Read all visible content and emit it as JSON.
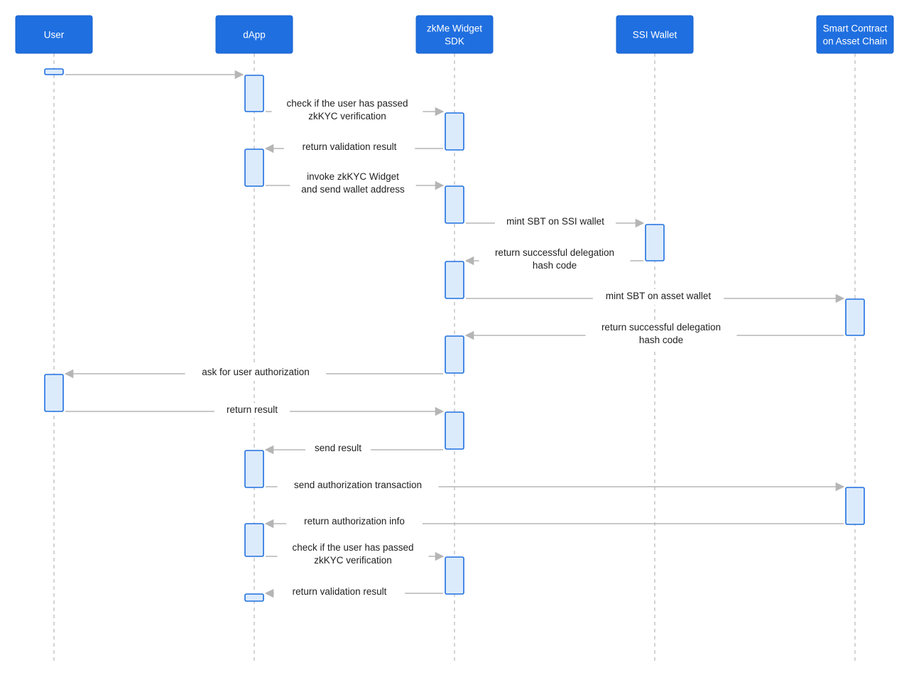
{
  "participants": [
    {
      "id": "user",
      "lines": [
        "User"
      ]
    },
    {
      "id": "dapp",
      "lines": [
        "dApp"
      ]
    },
    {
      "id": "sdk",
      "lines": [
        "zkMe Widget",
        "SDK"
      ]
    },
    {
      "id": "ssi",
      "lines": [
        "SSI Wallet"
      ]
    },
    {
      "id": "contract",
      "lines": [
        "Smart Contract",
        "on Asset Chain"
      ]
    }
  ],
  "messages": [
    {
      "from": "user",
      "to": "dapp",
      "lines": []
    },
    {
      "from": "dapp",
      "to": "sdk",
      "lines": [
        "check if the user has passed",
        "zkKYC verification"
      ]
    },
    {
      "from": "sdk",
      "to": "dapp",
      "lines": [
        "return validation result"
      ]
    },
    {
      "from": "dapp",
      "to": "sdk",
      "lines": [
        "invoke zkKYC Widget",
        "and send wallet address"
      ]
    },
    {
      "from": "sdk",
      "to": "ssi",
      "lines": [
        "mint SBT on SSI wallet"
      ]
    },
    {
      "from": "ssi",
      "to": "sdk",
      "lines": [
        "return successful delegation",
        "hash code"
      ]
    },
    {
      "from": "sdk",
      "to": "contract",
      "lines": [
        "mint SBT on asset wallet"
      ]
    },
    {
      "from": "contract",
      "to": "sdk",
      "lines": [
        "return successful delegation",
        "hash code"
      ]
    },
    {
      "from": "sdk",
      "to": "user",
      "lines": [
        "ask for user authorization"
      ]
    },
    {
      "from": "user",
      "to": "sdk",
      "lines": [
        "return result"
      ]
    },
    {
      "from": "sdk",
      "to": "dapp",
      "lines": [
        "send result"
      ]
    },
    {
      "from": "dapp",
      "to": "contract",
      "lines": [
        "send authorization transaction"
      ]
    },
    {
      "from": "contract",
      "to": "dapp",
      "lines": [
        "return authorization info"
      ]
    },
    {
      "from": "dapp",
      "to": "sdk",
      "lines": [
        "check if the user has passed",
        "zkKYC verification"
      ]
    },
    {
      "from": "sdk",
      "to": "dapp",
      "lines": [
        "return validation result"
      ]
    }
  ],
  "activations": [
    {
      "participant": "user"
    },
    {
      "participant": "dapp"
    },
    {
      "participant": "sdk"
    },
    {
      "participant": "dapp"
    },
    {
      "participant": "sdk"
    },
    {
      "participant": "ssi"
    },
    {
      "participant": "sdk"
    },
    {
      "participant": "contract"
    },
    {
      "participant": "sdk"
    },
    {
      "participant": "user"
    },
    {
      "participant": "sdk"
    },
    {
      "participant": "dapp"
    },
    {
      "participant": "contract"
    },
    {
      "participant": "dapp"
    },
    {
      "participant": "sdk"
    },
    {
      "participant": "dapp"
    }
  ],
  "colors": {
    "participant_fill": "#1f6fe0",
    "activation_fill": "#dcebfb",
    "activation_stroke": "#1f6fe0",
    "message_line": "#b5b5b5",
    "lifeline": "#b8b8b8",
    "text": "#222222"
  }
}
